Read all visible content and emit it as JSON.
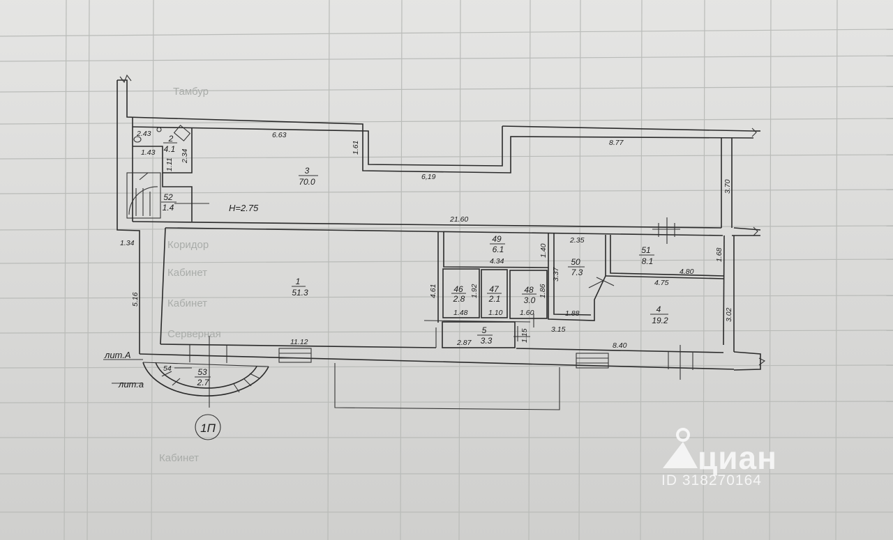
{
  "rooms": [
    {
      "num": "1",
      "area": "51.3"
    },
    {
      "num": "2",
      "area": "4.1"
    },
    {
      "num": "3",
      "area": "70.0"
    },
    {
      "num": "4",
      "area": "19.2"
    },
    {
      "num": "5",
      "area": "3.3"
    },
    {
      "num": "46",
      "area": "2.8"
    },
    {
      "num": "47",
      "area": "2.1"
    },
    {
      "num": "48",
      "area": "3.0"
    },
    {
      "num": "49",
      "area": "6.1"
    },
    {
      "num": "50",
      "area": "7.3"
    },
    {
      "num": "51",
      "area": "8.1"
    },
    {
      "num": "52",
      "area": "1.4"
    },
    {
      "num": "53",
      "area": "2.7"
    }
  ],
  "dimensions": {
    "d_243": "2.43",
    "d_143": "1.43",
    "d_111": "1.11",
    "d_234": "2.34",
    "d_663": "6.63",
    "d_161": "1.61",
    "d_619": "6,19",
    "d_877": "8.77",
    "d_370": "3.70",
    "d_2160": "21.60",
    "d_134": "1.34",
    "d_516": "5.16",
    "d_1112": "11.12",
    "d_434": "4.34",
    "d_140": "1.40",
    "d_235": "2.35",
    "d_337": "3.37",
    "d_168": "1.68",
    "d_480": "4.80",
    "d_475": "4.75",
    "d_461": "4.61",
    "d_192": "1.92",
    "d_186": "1.86",
    "d_148": "1.48",
    "d_110": "1.10",
    "d_160": "1.60",
    "d_188": "1.88",
    "d_315": "3.15",
    "d_302": "3.02",
    "d_287": "2.87",
    "d_115": "1.15",
    "d_840": "8.40",
    "d_54": "54"
  },
  "labels": {
    "height": "H=2.75",
    "lit_A": "лит.А",
    "lit_a": "лит.а",
    "floor_marker": "1П"
  },
  "background_text": [
    "Тамбур",
    "Коридор",
    "Кабинет",
    "Кабинет",
    "Серверная",
    "Кабинет"
  ],
  "watermark": {
    "brand": "циан",
    "id_text": "ID 318270164"
  }
}
